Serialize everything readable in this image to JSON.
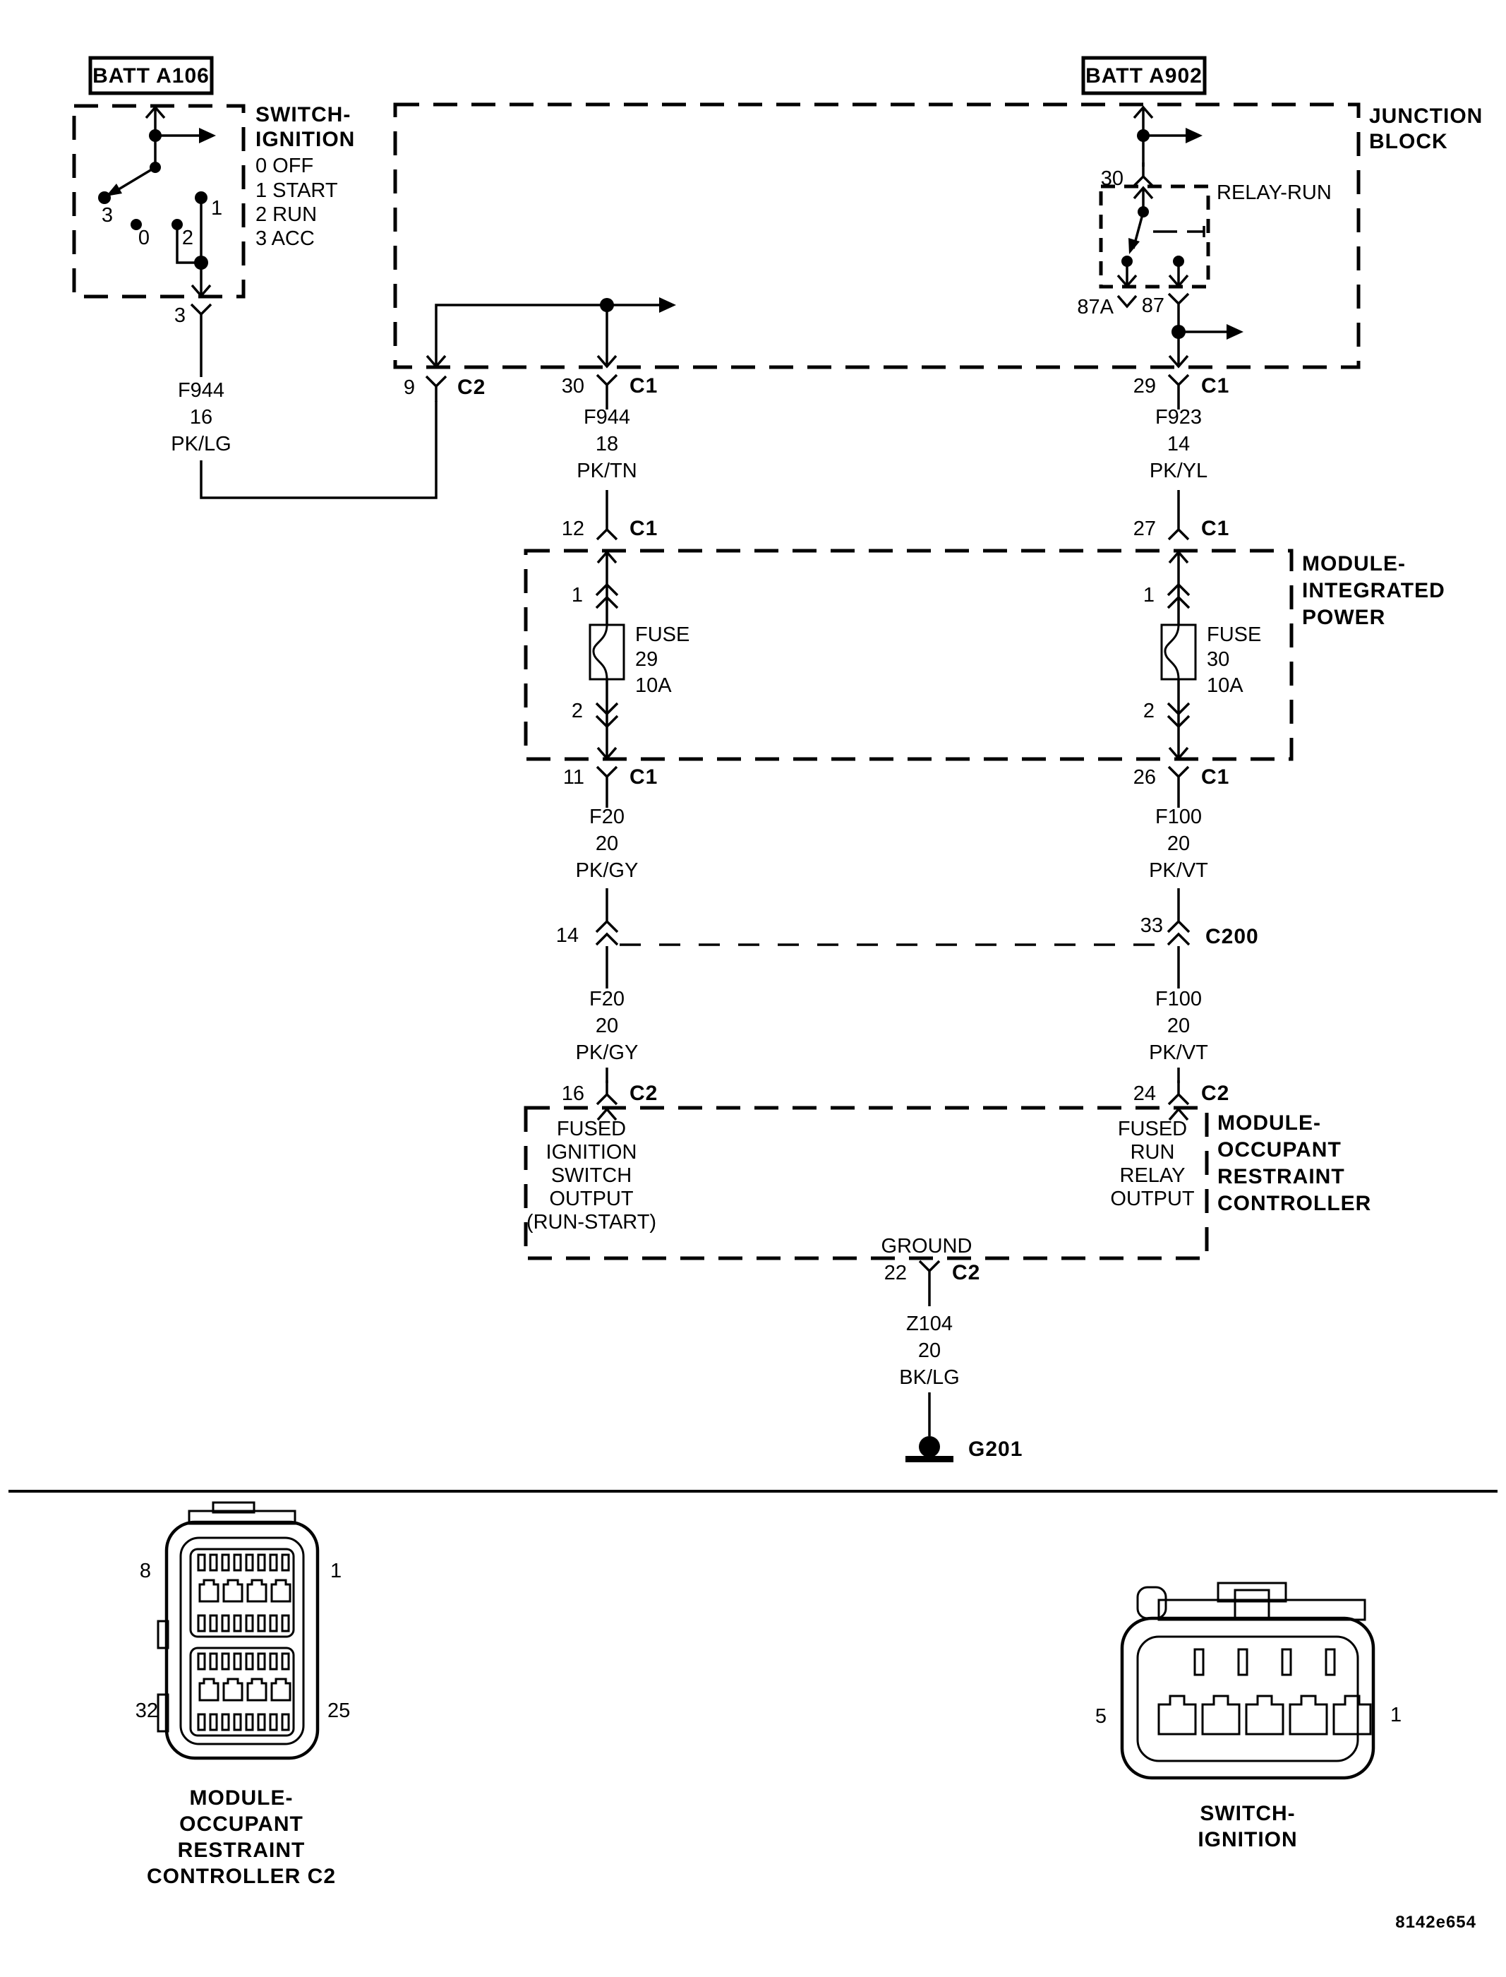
{
  "code": "8142e654",
  "batt_left": {
    "label": "BATT A106"
  },
  "batt_right": {
    "label": "BATT A902"
  },
  "ignition_switch": {
    "title": [
      "SWITCH-",
      "IGNITION"
    ],
    "legend": [
      "0 OFF",
      "1 START",
      "2 RUN",
      "3 ACC"
    ],
    "positions": {
      "p3": "3",
      "p0": "0",
      "p2": "2",
      "p1": "1"
    },
    "exit_pin": "3"
  },
  "junction_block": {
    "title": [
      "JUNCTION",
      "BLOCK"
    ],
    "relay": {
      "label": "RELAY-RUN",
      "t30": "30",
      "t87a": "87A",
      "t87": "87"
    },
    "exit_left": {
      "pin": "9",
      "conn": "C2"
    },
    "exit_mid": {
      "pin": "30",
      "conn": "C1"
    },
    "exit_right": {
      "pin": "29",
      "conn": "C1"
    }
  },
  "wires": {
    "f944_16": [
      "F944",
      "16",
      "PK/LG"
    ],
    "f944_18": [
      "F944",
      "18",
      "PK/TN"
    ],
    "f923_14": [
      "F923",
      "14",
      "PK/YL"
    ],
    "f20_upper": [
      "F20",
      "20",
      "PK/GY"
    ],
    "f100_upper": [
      "F100",
      "20",
      "PK/VT"
    ],
    "f20_lower": [
      "F20",
      "20",
      "PK/GY"
    ],
    "f100_lower": [
      "F100",
      "20",
      "PK/VT"
    ],
    "z104": [
      "Z104",
      "20",
      "BK/LG"
    ]
  },
  "module_integrated_power": {
    "title": [
      "MODULE-",
      "INTEGRATED",
      "POWER"
    ],
    "in_left": {
      "pin": "12",
      "conn": "C1"
    },
    "in_right": {
      "pin": "27",
      "conn": "C1"
    },
    "fuse_left": {
      "name": "FUSE",
      "number": "29",
      "rating": "10A",
      "pin_top": "1",
      "pin_bottom": "2"
    },
    "fuse_right": {
      "name": "FUSE",
      "number": "30",
      "rating": "10A",
      "pin_top": "1",
      "pin_bottom": "2"
    },
    "out_left": {
      "pin": "11",
      "conn": "C1"
    },
    "out_right": {
      "pin": "26",
      "conn": "C1"
    }
  },
  "c200": {
    "left_pin": "14",
    "right_pin": "33",
    "name": "C200"
  },
  "orc": {
    "title": [
      "MODULE-",
      "OCCUPANT",
      "RESTRAINT",
      "CONTROLLER"
    ],
    "in_left": {
      "pin": "16",
      "conn": "C2"
    },
    "in_right": {
      "pin": "24",
      "conn": "C2"
    },
    "left_function": [
      "FUSED",
      "IGNITION",
      "SWITCH",
      "OUTPUT",
      "(RUN-START)"
    ],
    "right_function": [
      "FUSED",
      "RUN",
      "RELAY",
      "OUTPUT"
    ],
    "ground_label": "GROUND",
    "ground_out": {
      "pin": "22",
      "conn": "C2"
    }
  },
  "ground": {
    "label": "G201"
  },
  "connector_views": {
    "orc_c2": {
      "caption": [
        "MODULE-",
        "OCCUPANT",
        "RESTRAINT",
        "CONTROLLER C2"
      ],
      "pin_tl": "8",
      "pin_tr": "1",
      "pin_bl": "32",
      "pin_br": "25"
    },
    "switch_ignition": {
      "caption": [
        "SWITCH-",
        "IGNITION"
      ],
      "pin_l": "5",
      "pin_r": "1"
    }
  }
}
